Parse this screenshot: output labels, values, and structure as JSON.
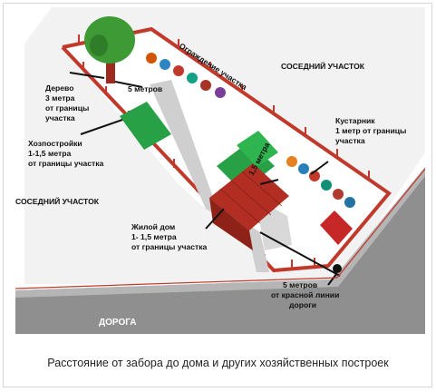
{
  "diagram": {
    "fence_label": "Ограждение участка",
    "neighbor_top": "СОСЕДНИЙ УЧАСТОК",
    "neighbor_left": "СОСЕДНИЙ УЧАСТОК",
    "road": "ДОРОГА",
    "tree": [
      "Дерево",
      "3 метра",
      "от границы",
      "участка"
    ],
    "five_m": "5 метров",
    "outbuildings": [
      "Хозпостройки",
      "1-1,5 метра",
      "от границы участка"
    ],
    "shrub": [
      "Кустарник",
      "1 метр от границы",
      "участка"
    ],
    "one_five": "1,5 метра",
    "house": [
      "Жилой дом",
      "1- 1,5 метра",
      "от границы участка"
    ],
    "red_line": [
      "5 метров",
      "от красной линии",
      "дороги"
    ]
  },
  "caption": "Расстояние от забора до дома и других хозяйственных построек"
}
